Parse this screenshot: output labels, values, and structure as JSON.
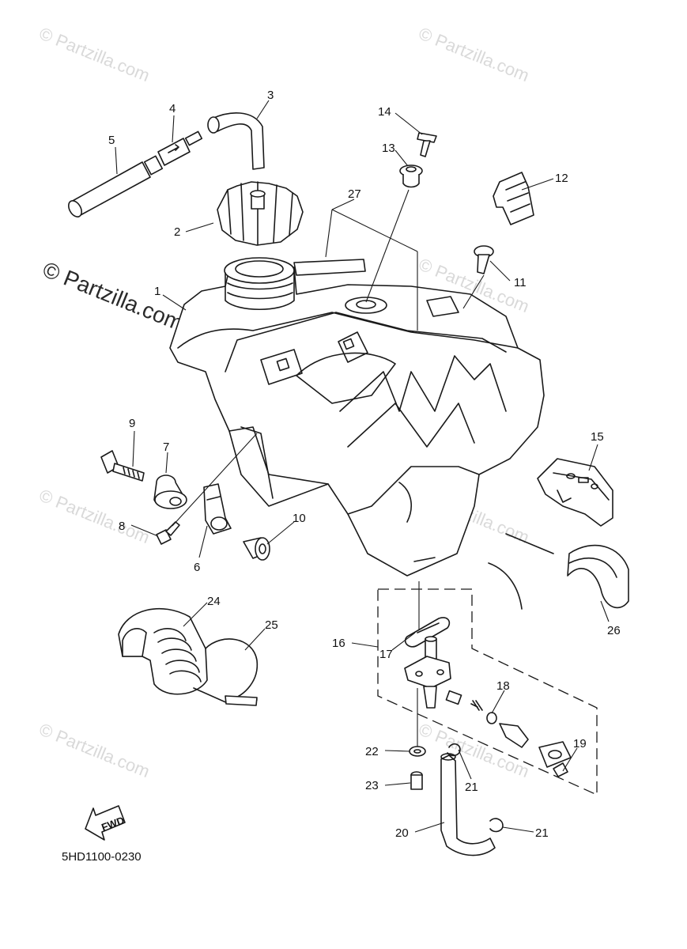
{
  "diagram": {
    "drawing_code": "5HD1100-0230",
    "direction_label": "FWD",
    "watermark_small": "© Partzilla.com",
    "watermark_large": "© Partzilla.com",
    "callouts": [
      {
        "id": "c1",
        "label": "1"
      },
      {
        "id": "c2",
        "label": "2"
      },
      {
        "id": "c3",
        "label": "3"
      },
      {
        "id": "c4",
        "label": "4"
      },
      {
        "id": "c5",
        "label": "5"
      },
      {
        "id": "c6",
        "label": "6"
      },
      {
        "id": "c7",
        "label": "7"
      },
      {
        "id": "c8",
        "label": "8"
      },
      {
        "id": "c9",
        "label": "9"
      },
      {
        "id": "c10",
        "label": "10"
      },
      {
        "id": "c11",
        "label": "11"
      },
      {
        "id": "c12",
        "label": "12"
      },
      {
        "id": "c13",
        "label": "13"
      },
      {
        "id": "c14",
        "label": "14"
      },
      {
        "id": "c15",
        "label": "15"
      },
      {
        "id": "c16",
        "label": "16"
      },
      {
        "id": "c17",
        "label": "17"
      },
      {
        "id": "c18",
        "label": "18"
      },
      {
        "id": "c19",
        "label": "19"
      },
      {
        "id": "c20",
        "label": "20"
      },
      {
        "id": "c21a",
        "label": "21"
      },
      {
        "id": "c21b",
        "label": "21"
      },
      {
        "id": "c22",
        "label": "22"
      },
      {
        "id": "c23",
        "label": "23"
      },
      {
        "id": "c24",
        "label": "24"
      },
      {
        "id": "c25",
        "label": "25"
      },
      {
        "id": "c26",
        "label": "26"
      },
      {
        "id": "c27",
        "label": "27"
      }
    ]
  }
}
